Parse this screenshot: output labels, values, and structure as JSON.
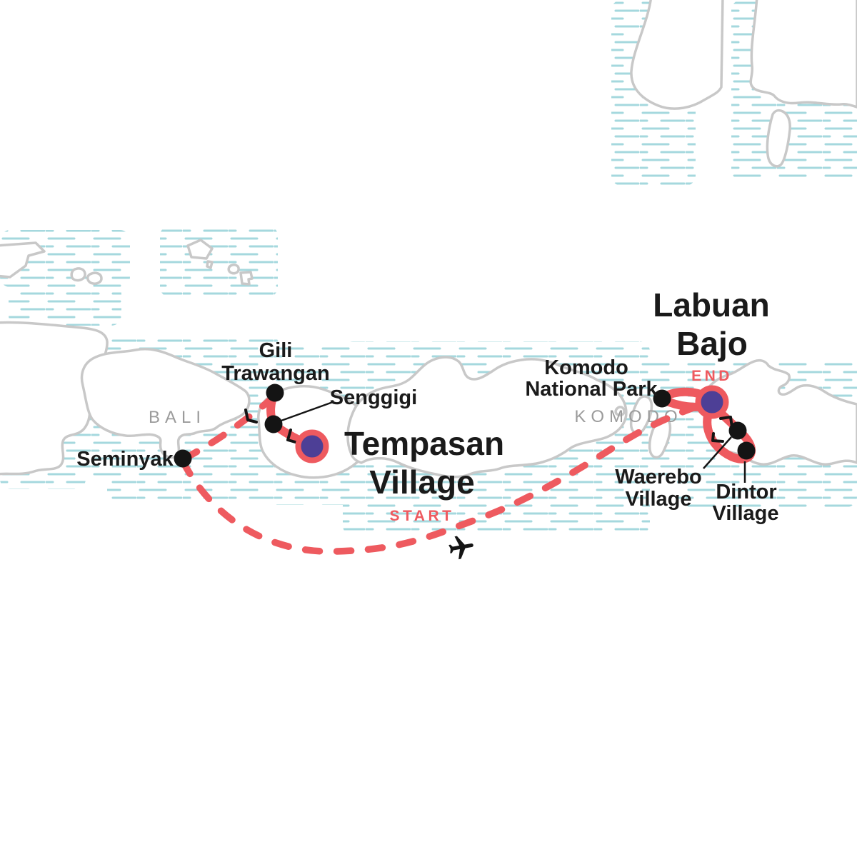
{
  "map": {
    "start_place": {
      "line1": "Tempasan",
      "line2": "Village"
    },
    "end_place": {
      "line1": "Labuan",
      "line2": "Bajo"
    },
    "badges": {
      "start": "START",
      "end": "END"
    },
    "stops": {
      "seminyak": "Seminyak",
      "gili": {
        "line1": "Gili",
        "line2": "Trawangan"
      },
      "senggigi": "Senggigi",
      "komodo_np": {
        "line1": "Komodo",
        "line2": "National Park"
      },
      "waerebo": {
        "line1": "Waerebo",
        "line2": "Village"
      },
      "dintor": {
        "line1": "Dintor",
        "line2": "Village"
      }
    },
    "regions": {
      "bali": "BALI",
      "komodo": "KOMODO"
    },
    "icons": {
      "airplane": "airplane-icon"
    },
    "colors": {
      "route": "#EE5A5F",
      "marker_inner": "#4D3F96",
      "stop_dot": "#141414",
      "coastline": "#C8C8C8",
      "water_hatch": "#A5D8DE",
      "region_label": "#9B9B9B",
      "label_text": "#1A1A1A"
    }
  }
}
